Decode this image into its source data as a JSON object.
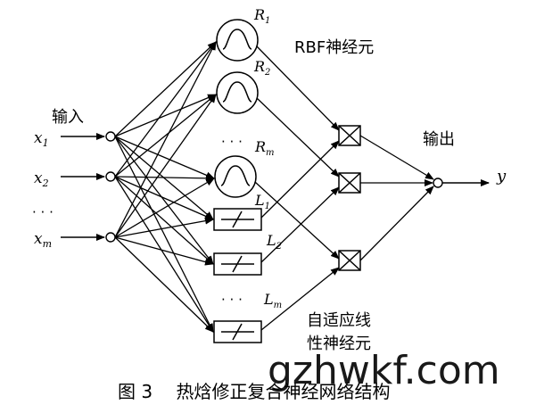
{
  "inputs": {
    "label": "输入",
    "x1_base": "x",
    "x1_sub": "1",
    "x2_base": "x",
    "x2_sub": "2",
    "dots": "· · ·",
    "xm_base": "x",
    "xm_sub": "m"
  },
  "rbf": {
    "label": "RBF神经元",
    "r1_base": "R",
    "r1_sub": "1",
    "r2_base": "R",
    "r2_sub": "2",
    "dots": "· · ·",
    "rm_base": "R",
    "rm_sub": "m"
  },
  "linear": {
    "label_line1": "自适应线",
    "label_line2": "性神经元",
    "l1_base": "L",
    "l1_sub": "1",
    "l2_base": "L",
    "l2_sub": "2",
    "dots": "· · ·",
    "lm_base": "L",
    "lm_sub": "m"
  },
  "output": {
    "label": "输出",
    "symbol": "y"
  },
  "caption": "图 3　 热焓修正复合神经网络结构",
  "watermark": "gzhwkf.com"
}
